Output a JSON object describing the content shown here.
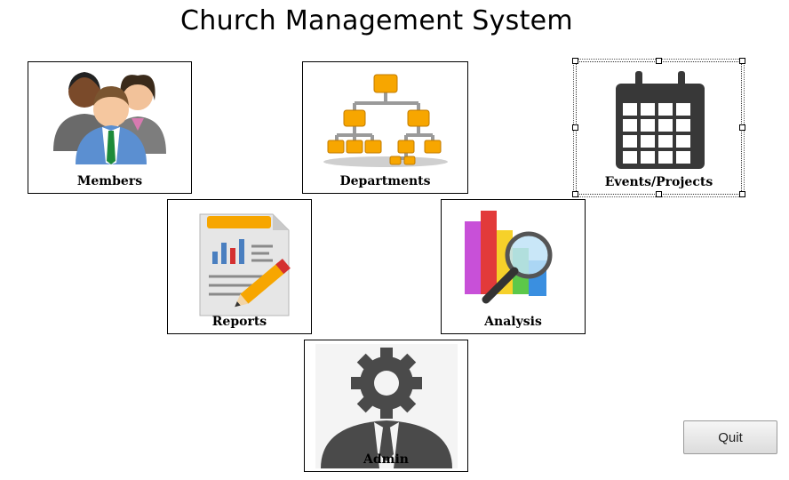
{
  "window": {
    "title": "Church Management System"
  },
  "tiles": [
    {
      "label": "Members",
      "icon": "people-group-icon"
    },
    {
      "label": "Departments",
      "icon": "org-chart-icon"
    },
    {
      "label": "Events/Projects",
      "icon": "calendar-icon"
    },
    {
      "label": "Reports",
      "icon": "report-document-icon"
    },
    {
      "label": "Analysis",
      "icon": "bar-chart-magnifier-icon"
    },
    {
      "label": "Admin",
      "icon": "admin-gear-person-icon"
    }
  ],
  "quit_button": {
    "label": "Quit"
  }
}
